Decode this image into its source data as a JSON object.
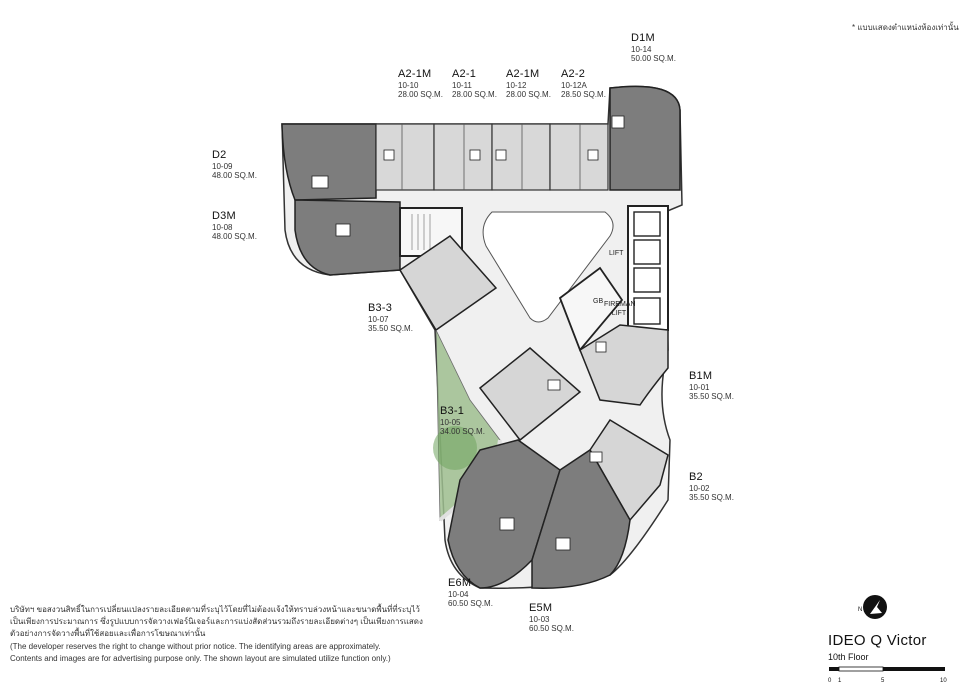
{
  "note": "* แบบแสดงตำแหน่งห้องเท่านั้น",
  "units": [
    {
      "id": "a2-1m-left",
      "type": "A2-1M",
      "code": "10-10",
      "area": "28.00 SQ.M."
    },
    {
      "id": "a2-1",
      "type": "A2-1",
      "code": "10-11",
      "area": "28.00 SQ.M."
    },
    {
      "id": "a2-1m-right",
      "type": "A2-1M",
      "code": "10-12",
      "area": "28.00 SQ.M."
    },
    {
      "id": "a2-2",
      "type": "A2-2",
      "code": "10-12A",
      "area": "28.50 SQ.M."
    },
    {
      "id": "d1m",
      "type": "D1M",
      "code": "10-14",
      "area": "50.00 SQ.M."
    },
    {
      "id": "d2",
      "type": "D2",
      "code": "10-09",
      "area": "48.00 SQ.M."
    },
    {
      "id": "d3m",
      "type": "D3M",
      "code": "10-08",
      "area": "48.00 SQ.M."
    },
    {
      "id": "b3-3",
      "type": "B3-3",
      "code": "10-07",
      "area": "35.50 SQ.M."
    },
    {
      "id": "b3-1",
      "type": "B3-1",
      "code": "10-05",
      "area": "34.00 SQ.M."
    },
    {
      "id": "b1m",
      "type": "B1M",
      "code": "10-01",
      "area": "35.50 SQ.M."
    },
    {
      "id": "b2",
      "type": "B2",
      "code": "10-02",
      "area": "35.50 SQ.M."
    },
    {
      "id": "e6m",
      "type": "E6M",
      "code": "10-04",
      "area": "60.50 SQ.M."
    },
    {
      "id": "e5m",
      "type": "E5M",
      "code": "10-03",
      "area": "60.50 SQ.M."
    }
  ],
  "labels": {
    "lift": "LIFT",
    "fireman_lift": "FIREMAN LIFT",
    "gb": "GB"
  },
  "disclaimer": {
    "th1": "บริษัทฯ ขอสงวนสิทธิ์ในการเปลี่ยนแปลงรายละเอียดตามที่ระบุไว้โดยที่ไม่ต้องแจ้งให้ทราบล่วงหน้าและขนาดพื้นที่ที่ระบุไว้",
    "th2": "เป็นเพียงการประมาณการ ซึ่งรูปแบบการจัดวางเฟอร์นิเจอร์และการแบ่งสัดส่วนรวมถึงรายละเอียดต่างๆ เป็นเพียงการแสดง",
    "th3": "ตัวอย่างการจัดวางพื้นที่ใช้สอยและเพื่อการโฆษณาเท่านั้น",
    "en1": "(The developer reserves the right to change without prior notice. The identifying areas are approximately.",
    "en2": "Contents and images are for advertising purpose only. The shown layout are simulated utilize function only.)"
  },
  "brand": {
    "name": "IDEO Q Victor",
    "floor": "10th Floor",
    "north": "N"
  },
  "scale": {
    "ticks": [
      "0",
      "1",
      "5",
      "10"
    ]
  },
  "colors": {
    "dark_unit": "#7c7c7c",
    "light_unit": "#d6d6d6",
    "corridor": "#eeeeee",
    "green": "#8fb77e"
  }
}
